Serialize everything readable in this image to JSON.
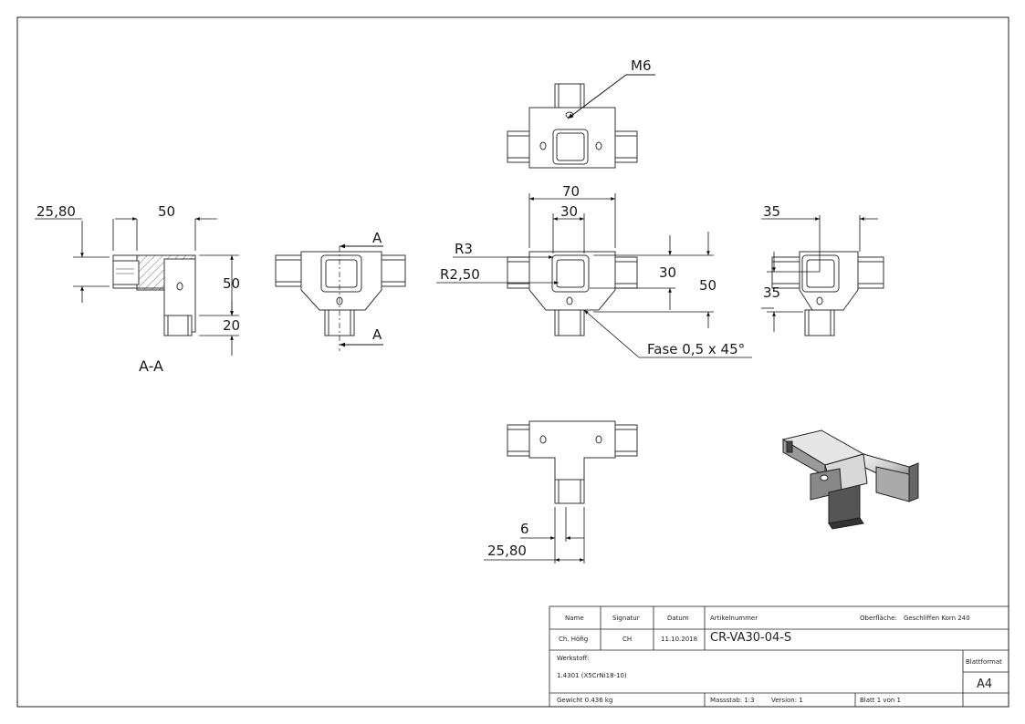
{
  "dimensions": {
    "top_view_thread": "M6",
    "section_offset": "25,80",
    "section_width": "50",
    "section_height": "50",
    "section_stub": "20",
    "section_label": "A-A",
    "section_marker_top": "A",
    "section_marker_bottom": "A",
    "front_width_outer": "70",
    "front_width_inner": "30",
    "front_height_inner": "30",
    "front_height_outer": "50",
    "radius_outer": "R3",
    "radius_inner": "R2,50",
    "chamfer_note": "Fase 0,5 x 45°",
    "side_width": "35",
    "side_height": "35",
    "bottom_hole_depth": "6",
    "bottom_offset": "25,80"
  },
  "title_block": {
    "name_header": "Name",
    "signature_header": "Signatur",
    "date_header": "Datum",
    "article_header": "Artikelnummer",
    "surface_label": "Oberfläche:",
    "surface_value": "Geschliffen Korn 240",
    "name_value": "Ch. Höfig",
    "signature_value": "CH",
    "date_value": "11.10.2018",
    "article_value": "CR-VA30-04-S",
    "material_label": "Werkstoff:",
    "material_value": "1.4301 (X5CrNi18-10)",
    "sheet_format_label": "Blattformat",
    "sheet_format_value": "A4",
    "weight": "Gewicht 0.436 kg",
    "scale": "Massstab: 1:3",
    "version": "Version: 1",
    "sheet_number": "Blatt 1 von 1"
  }
}
